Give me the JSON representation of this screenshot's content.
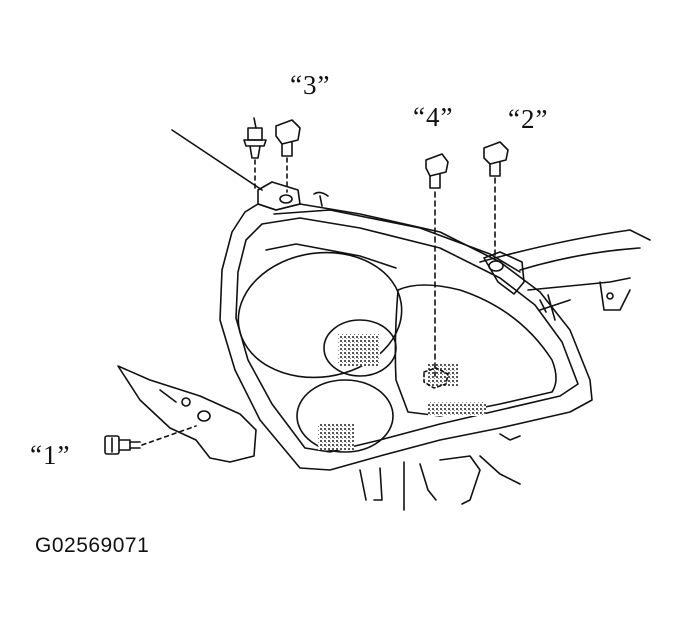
{
  "callouts": {
    "one": "“1”",
    "two": "“2”",
    "three": "“3”",
    "four": "“4”"
  },
  "figure_id": "G02569071",
  "icons": [
    "headlamp-assembly",
    "bolt",
    "clip-fastener",
    "mounting-bracket",
    "body-panel"
  ],
  "colors": {
    "line": "#111111",
    "background": "#ffffff"
  }
}
